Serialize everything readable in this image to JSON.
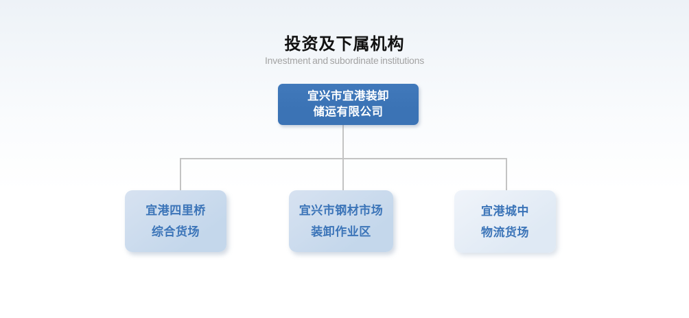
{
  "header": {
    "title": "投资及下属机构",
    "subtitle": "Investment and subordinate institutions"
  },
  "org_chart": {
    "root": {
      "label_line1": "宜兴市宜港装卸",
      "label_line2": "储运有限公司"
    },
    "children": [
      {
        "label_line1": "宜港四里桥",
        "label_line2": "综合货场"
      },
      {
        "label_line1": "宜兴市钢材市场",
        "label_line2": "装卸作业区"
      },
      {
        "label_line1": "宜港城中",
        "label_line2": "物流货场"
      }
    ]
  },
  "colors": {
    "page_bg_top": "#edf2f7",
    "title_text": "#111111",
    "subtitle_text": "#a3a3a3",
    "root_box_bg": "#3b73b5",
    "root_box_text": "#ffffff",
    "child_box_bg": "#c4d7eb",
    "child_box_bg_top": "#d7e2f1",
    "child_box3_bg": "#dfe9f4",
    "child_box3_bg_top": "#f0f4fa",
    "child_box_text": "#3b74b8",
    "connector": "#c3c3c3"
  }
}
